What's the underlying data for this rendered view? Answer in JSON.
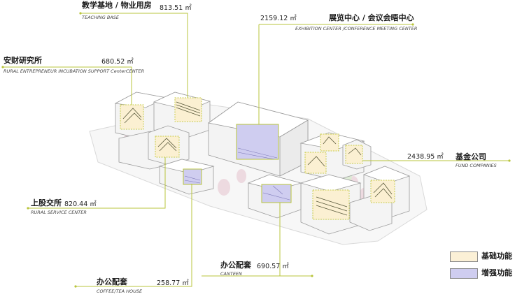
{
  "colors": {
    "leader_line": "#b9c53c",
    "basic_function": "#fbf0d6",
    "enhanced_function": "#cfcdf0",
    "building_fill": "#f3f3f3",
    "building_stroke": "#9a9a9a",
    "tree": "#e7cfd6",
    "tree_green": "#d6e6cf"
  },
  "labels": {
    "teaching": {
      "cn": "教学基地 / 物业用房",
      "area": "813.51 ㎡",
      "en": "TEACHING BASE"
    },
    "incubation": {
      "cn": "安财研究所",
      "area": "680.52 ㎡",
      "en": "RURAL ENTREPRENEUR INCUBATION SUPPORT CenterCENTER"
    },
    "exhibition": {
      "cn": "展览中心 / 会议会晤中心",
      "area": "2159.12 ㎡",
      "en": "EXHIBITION CENTER /CONFERENCE MEETING CENTER"
    },
    "fund": {
      "cn": "基金公司",
      "area": "2438.95 ㎡",
      "en": "FUND COMPANIES"
    },
    "service": {
      "cn": "上股交所",
      "area": "820.44 ㎡",
      "en": "RURAL SERVICE CENTER"
    },
    "canteen": {
      "cn": "办公配套",
      "area": "690.57 ㎡",
      "en": "CANTEEN"
    },
    "coffee": {
      "cn": "办公配套",
      "area": "258.77 ㎡",
      "en": "COFFEE/TEA HOUSE"
    }
  },
  "legend": {
    "basic": "基础功能",
    "enhanced": "增强功能"
  }
}
